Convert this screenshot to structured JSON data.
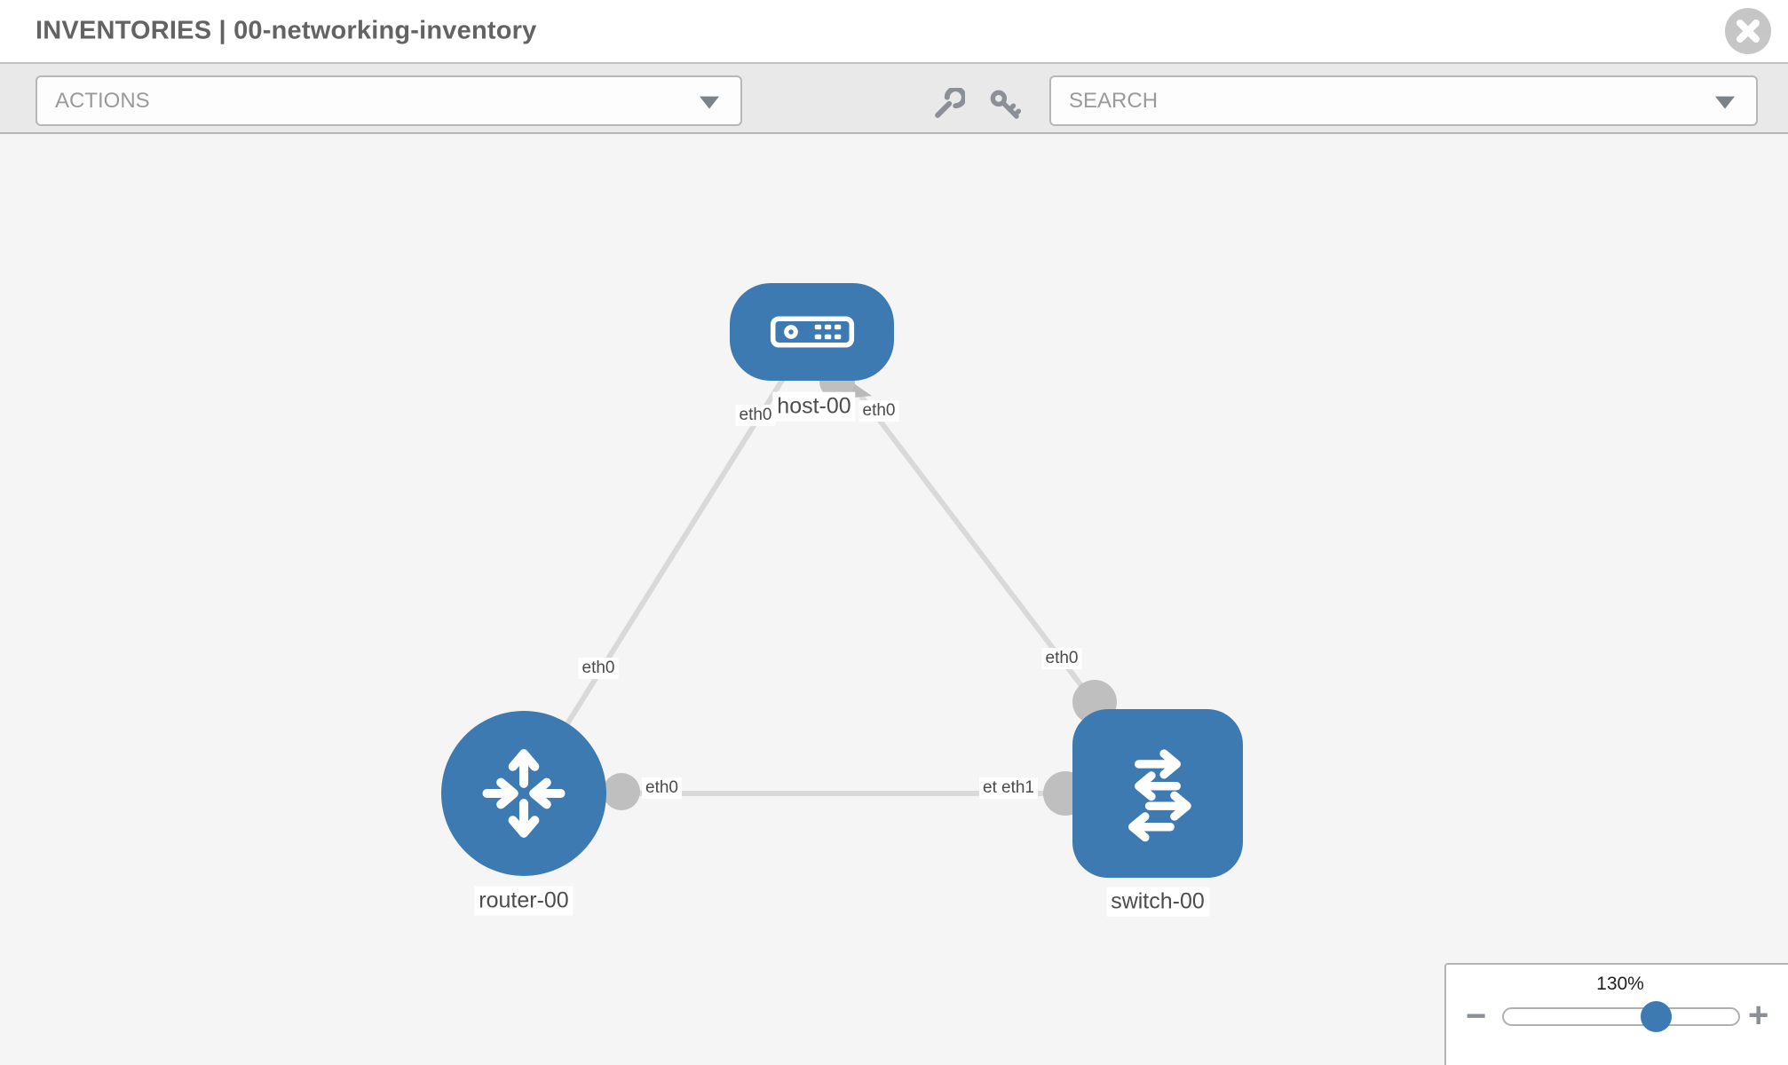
{
  "header": {
    "title": "INVENTORIES | 00-networking-inventory"
  },
  "toolbar": {
    "actions_label": "ACTIONS",
    "search_placeholder": "SEARCH"
  },
  "diagram": {
    "nodes": [
      {
        "label": "host-00",
        "type": "host"
      },
      {
        "label": "router-00",
        "type": "router"
      },
      {
        "label": "switch-00",
        "type": "switch"
      }
    ],
    "edges": [
      {
        "from": "host-00",
        "to": "router-00",
        "from_port": "eth0",
        "to_port": "eth0"
      },
      {
        "from": "host-00",
        "to": "switch-00",
        "from_port": "eth0",
        "to_port": "eth0"
      },
      {
        "from": "router-00",
        "to": "switch-00",
        "from_port": "eth0",
        "to_port": "eth1"
      }
    ],
    "port_labels": [
      {
        "text": "eth0"
      },
      {
        "text": "eth0"
      },
      {
        "text": "eth0"
      },
      {
        "text": "eth0"
      },
      {
        "text": "eth0"
      },
      {
        "text": "eth1"
      },
      {
        "text": "eth1"
      }
    ]
  },
  "zoom_control": {
    "level": "130%",
    "zoom_out": "−",
    "zoom_in": "+"
  },
  "colors": {
    "node_blue": "#3d7ab2",
    "edge_gray": "#d9d9d9",
    "endpoint_gray": "#bfbfbf"
  }
}
